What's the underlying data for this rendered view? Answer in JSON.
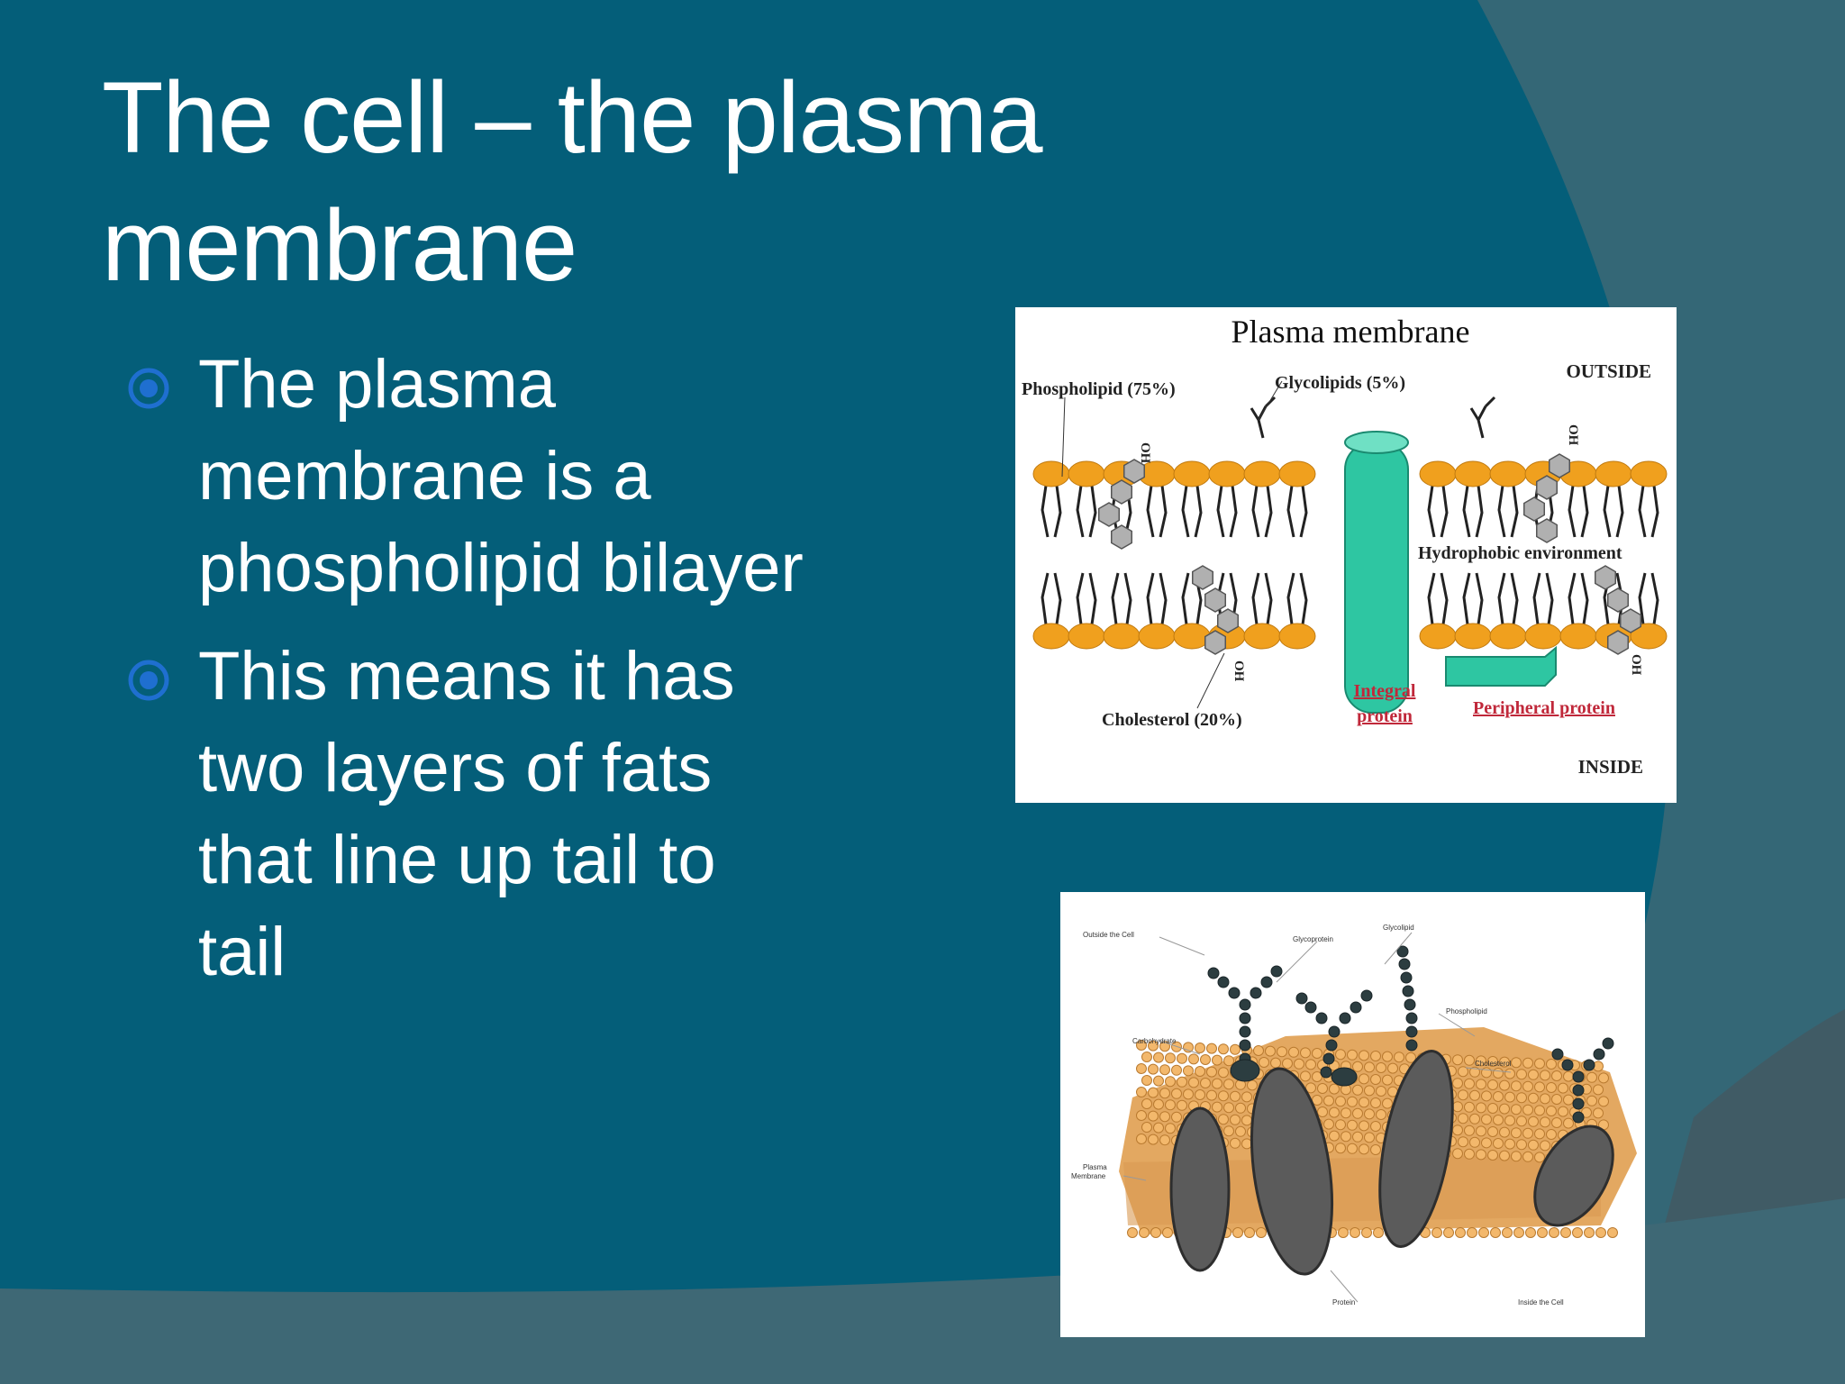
{
  "slide": {
    "title_lines": [
      "The cell – the plasma",
      "membrane"
    ],
    "bullets": [
      {
        "icon": "ring-dot-bullet-icon",
        "lines": [
          "The plasma",
          "membrane is a",
          "phospholipid bilayer"
        ]
      },
      {
        "icon": "ring-dot-bullet-icon",
        "lines": [
          "This means it has",
          "two layers of fats",
          "that line up tail to",
          "tail"
        ]
      }
    ]
  },
  "figure1": {
    "title": "Plasma membrane",
    "outside": "OUTSIDE",
    "inside": "INSIDE",
    "phospholipid": "Phospholipid (75%)",
    "glycolipids": "Glycolipids (5%)",
    "hydrophobic": "Hydrophobic environment",
    "cholesterol": "Cholesterol (20%)",
    "integral_1": "Integral",
    "integral_2": "protein",
    "peripheral": "Peripheral protein",
    "oh": "OH"
  },
  "figure2": {
    "outside_cell": "Outside the Cell",
    "glycoprotein": "Glycoprotein",
    "glycolipid": "Glycolipid",
    "carbohydrate": "Carbohydrate",
    "phospholipid": "Phospholipid",
    "cholesterol": "Cholesterol",
    "plasma_1": "Plasma",
    "plasma_2": "Membrane",
    "protein": "Protein",
    "inside_cell": "Inside the Cell"
  },
  "colors": {
    "background": "#045e79",
    "swoosh": "#3e6875",
    "bullet": "#1f6fd0",
    "lipid_head": "#f0a01e",
    "integral_protein": "#2ec6a2",
    "label_red": "#c0283a"
  }
}
